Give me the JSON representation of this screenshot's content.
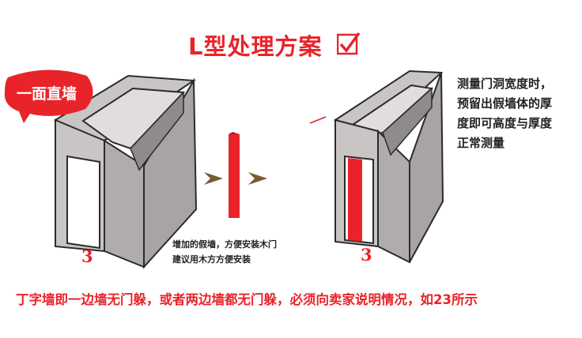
{
  "title": "L型处理方案",
  "bubble_text": "一面直墙",
  "description": "测量门洞宽度时，\n预留出假墙体的厚\n度即可高度与厚度\n正常测量",
  "note": "增加的假墙，方便安装木门\n建议用木方方便安装",
  "bottom_text": "丁字墙即一边墙无门躲，或者两边墙都无门躲，必须向卖家说明情况，如23所示",
  "left_label": "3",
  "right_label": "3",
  "colors": {
    "accent": "#e8242a",
    "wall": "#c9c5c4",
    "wall_dark": "#9d9999",
    "outline": "#2b2b2b",
    "arrow": "#7a5a2e"
  },
  "icons": [
    "checkmark-icon",
    "speech-bubble-icon",
    "arrow-right-icon"
  ]
}
